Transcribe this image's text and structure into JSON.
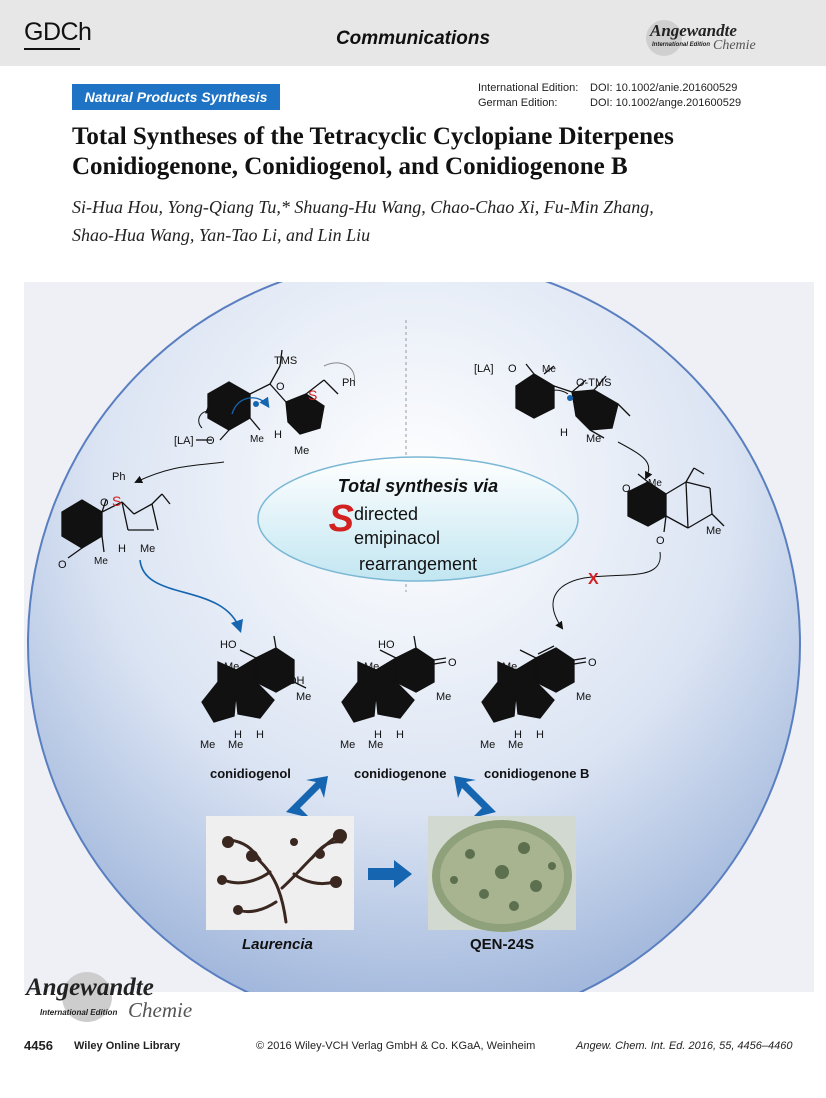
{
  "header": {
    "publisher": "GDCh",
    "section": "Communications",
    "journal_logo": {
      "main": "Angewandte",
      "sub1": "International Edition",
      "sub2": "Chemie"
    }
  },
  "badge": "Natural Products Synthesis",
  "doi": [
    {
      "label": "International Edition:",
      "value": "DOI: 10.1002/anie.201600529"
    },
    {
      "label": "German Edition:",
      "value": "DOI: 10.1002/ange.201600529"
    }
  ],
  "title_lines": [
    "Total Syntheses of the Tetracyclic Cyclopiane Diterpenes",
    "Conidiogenone, Conidiogenol, and Conidiogenone B"
  ],
  "author_lines": [
    "Si-Hua Hou, Yong-Qiang Tu,* Shuang-Hu Wang, Chao-Chao Xi, Fu-Min Zhang,",
    "Shao-Hua Wang, Yan-Tao Li, and Lin Liu"
  ],
  "toc": {
    "bubble": {
      "line1": "Total synthesis via",
      "big_letter": "S",
      "line2": "directed",
      "line3": "emipinacol",
      "line4": "rearrangement"
    },
    "labels": {
      "tms": "TMS",
      "ph": "Ph",
      "s": "S",
      "la": "[LA]",
      "o": "O",
      "me": "Me",
      "h": "H",
      "ho": "HO",
      "oh": "OH",
      "x_mark": "X",
      "otms": "O-TMS"
    },
    "compounds": [
      "conidiogenol",
      "conidiogenone",
      "conidiogenone B"
    ],
    "photos": [
      "Laurencia",
      "QEN-24S"
    ]
  },
  "footer": {
    "logo": {
      "main": "Angewandte",
      "sub1": "International Edition",
      "sub2": "Chemie"
    },
    "page": "4456",
    "library": "Wiley Online Library",
    "copyright": "© 2016 Wiley-VCH Verlag GmbH & Co. KGaA, Weinheim",
    "citation": "Angew. Chem. Int. Ed. 2016, 55, 4456–4460"
  },
  "colors": {
    "header_bg": "#e7e7e7",
    "badge_bg": "#1e73c4",
    "arrow_blue": "#1565b0",
    "s_red": "#d32020",
    "circle_blue": "#a9bfe0"
  }
}
